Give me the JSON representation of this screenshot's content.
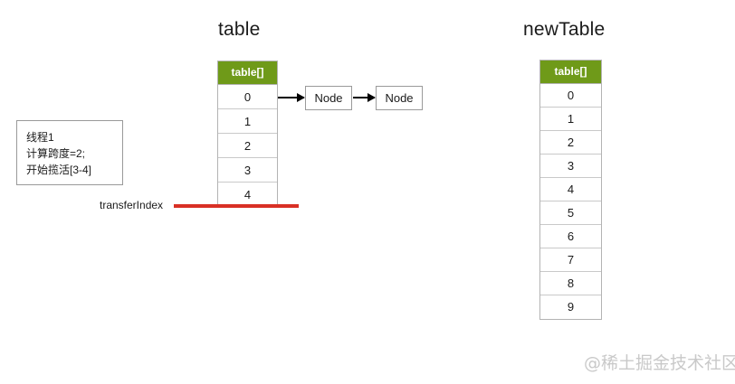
{
  "diagram": {
    "left_title": "table",
    "right_title": "newTable",
    "left_table": {
      "header": "table[]",
      "cells": [
        "0",
        "1",
        "2",
        "3",
        "4"
      ]
    },
    "right_table": {
      "header": "table[]",
      "cells": [
        "0",
        "1",
        "2",
        "3",
        "4",
        "5",
        "6",
        "7",
        "8",
        "9"
      ]
    },
    "nodes": [
      {
        "label": "Node"
      },
      {
        "label": "Node"
      }
    ],
    "note": {
      "lines": [
        "线程1",
        "计算跨度=2;",
        "开始揽活[3-4]"
      ]
    },
    "marker": {
      "label": "transferIndex",
      "color": "#d93025"
    },
    "colors": {
      "header_green": "#6f9a19",
      "marker_red": "#d93025",
      "border_gray": "#b3b3b3",
      "watermark_gray": "#c9c9c9"
    },
    "watermark": "@稀土掘金技术社区"
  }
}
